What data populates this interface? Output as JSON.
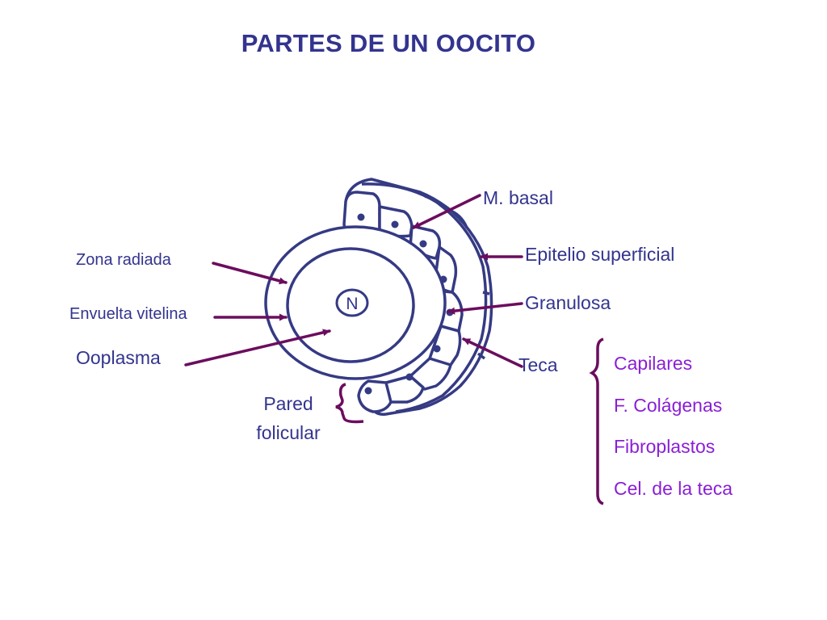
{
  "title": "PARTES DE UN OOCITO",
  "labels": {
    "nucleus": "N",
    "m_basal": "M. basal",
    "epitelio": "Epitelio superficial",
    "granulosa": "Granulosa",
    "teca": "Teca",
    "zona_radiada": "Zona radiada",
    "envuelta_vitelina": "Envuelta vitelina",
    "ooplasma": "Ooplasma",
    "pared_line1": "Pared",
    "pared_line2": "folicular"
  },
  "teca_components": [
    "Capilares",
    "F. Colágenas",
    "Fibroplastos",
    "Cel. de la teca"
  ],
  "colors": {
    "outline": "#353a84",
    "arrow": "#6b0d5e",
    "label_text": "#33348e",
    "teca_list_text": "#8a1fd6"
  }
}
